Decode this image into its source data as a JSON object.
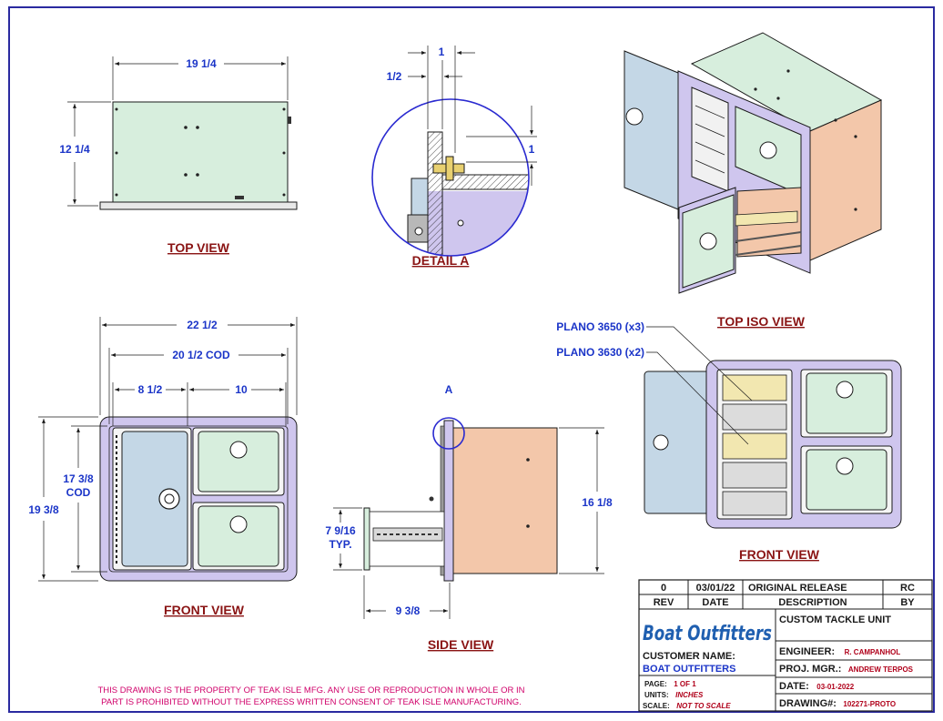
{
  "views": {
    "top": {
      "label": "TOP VIEW",
      "dims": {
        "width": "19 1/4",
        "height": "12 1/4"
      }
    },
    "detail": {
      "label": "DETAIL  A",
      "dims": {
        "top": "1",
        "left": "1/2",
        "right": "1"
      }
    },
    "iso": {
      "label": "TOP ISO VIEW"
    },
    "front": {
      "label": "FRONT VIEW",
      "dims": {
        "overall_width": "22 1/2",
        "cod_width": "20 1/2 COD",
        "left_width": "8 1/2",
        "right_width": "10",
        "cod_height_line1": "17 3/8",
        "cod_height_line2": "COD",
        "overall_height": "19 3/8"
      }
    },
    "side": {
      "label": "SIDE VIEW",
      "callout": "A",
      "dims": {
        "drawer_height_line1": "7 9/16",
        "drawer_height_line2": "TYP.",
        "depth": "16 1/8",
        "extension": "9 3/8"
      }
    },
    "front2": {
      "label": "FRONT VIEW",
      "notes": [
        "PLANO 3650 (x3)",
        "PLANO 3630 (x2)"
      ]
    }
  },
  "title_block": {
    "rev_row": {
      "rev": "0",
      "date": "03/01/22",
      "description": "ORIGINAL RELEASE",
      "by": "RC"
    },
    "headers": {
      "rev": "REV",
      "date": "DATE",
      "description": "DESCRIPTION",
      "by": "BY"
    },
    "logo": "Boat Outfitters",
    "customer_label": "CUSTOMER NAME:",
    "customer_name": "BOAT OUTFITTERS",
    "page_label": "PAGE:",
    "page_value": "1 OF 1",
    "units_label": "UNITS:",
    "units_value": "INCHES",
    "scale_label": "SCALE:",
    "scale_value": "NOT TO SCALE",
    "title": "CUSTOM TACKLE UNIT",
    "engineer_label": "ENGINEER:",
    "engineer_value": "R. CAMPANHOL",
    "pm_label": "PROJ. MGR.:",
    "pm_value": "ANDREW TERPOS",
    "date_label": "DATE:",
    "date_value": "03-01-2022",
    "drawing_label": "DRAWING#:",
    "drawing_value": "102271-PROTO"
  },
  "disclaimer": {
    "line1": "THIS DRAWING IS THE PROPERTY OF TEAK ISLE MFG.  ANY USE OR REPRODUCTION IN WHOLE OR IN",
    "line2": "PART IS PROHIBITED WITHOUT THE EXPRESS WRITTEN CONSENT OF TEAK ISLE MANUFACTURING."
  },
  "colors": {
    "border": "#2a2aa0",
    "dimension": "#1b35c8",
    "view_label": "#8a1414",
    "green_panel": "#d7eedd",
    "blue_door": "#c4d7e6",
    "lavender_frame": "#cfc6ee",
    "peach_side": "#f3c7aa",
    "disclaimer": "#d0006a"
  }
}
